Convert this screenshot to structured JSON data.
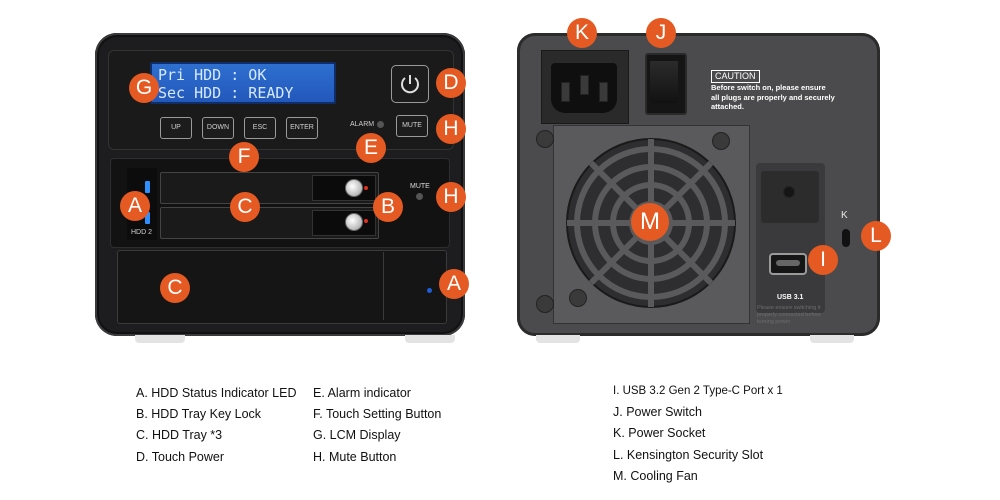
{
  "front": {
    "lcm_line1": "Pri HDD : OK",
    "lcm_line2": "Sec HDD : READY",
    "buttons": [
      "UP",
      "DOWN",
      "ESC",
      "ENTER"
    ],
    "mute_button": "MUTE",
    "alarm_label": "ALARM",
    "tray_mute_label": "MUTE",
    "hdd2_label": "HDD 2"
  },
  "back": {
    "caution_title": "CAUTION",
    "caution_text": "Before switch on, please ensure all plugs are properly and securely attached.",
    "usb_label": "USB 3.1",
    "port_note": "Please ensure switching it properly connected before turning power",
    "kensington_icon": "K"
  },
  "callouts": {
    "A": "A",
    "B": "B",
    "C": "C",
    "D": "D",
    "E": "E",
    "F": "F",
    "G": "G",
    "H": "H",
    "I": "I",
    "J": "J",
    "K": "K",
    "L": "L",
    "M": "M"
  },
  "legend": {
    "col1": [
      "A. HDD Status Indicator LED",
      "B. HDD Tray Key Lock",
      "C. HDD Tray *3",
      "D. Touch Power"
    ],
    "col2": [
      "E. Alarm indicator",
      "F. Touch Setting Button",
      "G. LCM Display",
      "H. Mute Button"
    ],
    "col3": [
      "I. USB 3.2 Gen 2 Type-C Port x 1",
      "J. Power Switch",
      "K. Power Socket",
      "L. Kensington Security Slot",
      "M. Cooling Fan"
    ]
  },
  "colors": {
    "callout": "#e45a22",
    "lcm": "#2a66c8",
    "led_blue": "#2f8fff"
  }
}
